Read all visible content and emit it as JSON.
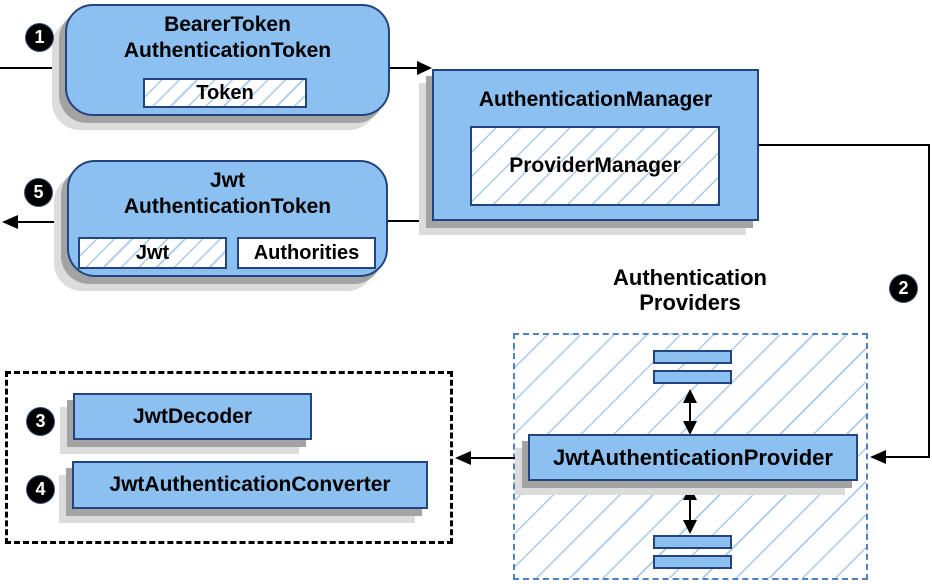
{
  "steps": {
    "one": "1",
    "two": "2",
    "three": "3",
    "four": "4",
    "five": "5"
  },
  "bearer": {
    "line1": "BearerToken",
    "line2": "AuthenticationToken",
    "chip": "Token"
  },
  "jwt": {
    "line1": "Jwt",
    "line2": "AuthenticationToken",
    "chip_jwt": "Jwt",
    "chip_authorities": "Authorities"
  },
  "manager": {
    "title": "AuthenticationManager",
    "inner": "ProviderManager"
  },
  "providers": {
    "label_line1": "Authentication",
    "label_line2": "Providers",
    "provider": "JwtAuthenticationProvider"
  },
  "tools": {
    "decoder": "JwtDecoder",
    "converter": "JwtAuthenticationConverter"
  },
  "colors": {
    "box_fill": "#8CC0F0",
    "box_border": "#24447E",
    "hatch_line": "#A9CAEC",
    "providers_dash_border": "#4E81BD",
    "tools_dash_border": "#000000",
    "shadow_dark": "#A3A3A3",
    "shadow_light": "#DCDCDC",
    "arrow": "#000000",
    "badge_bg": "#000000",
    "badge_text": "#FFFFFF"
  }
}
